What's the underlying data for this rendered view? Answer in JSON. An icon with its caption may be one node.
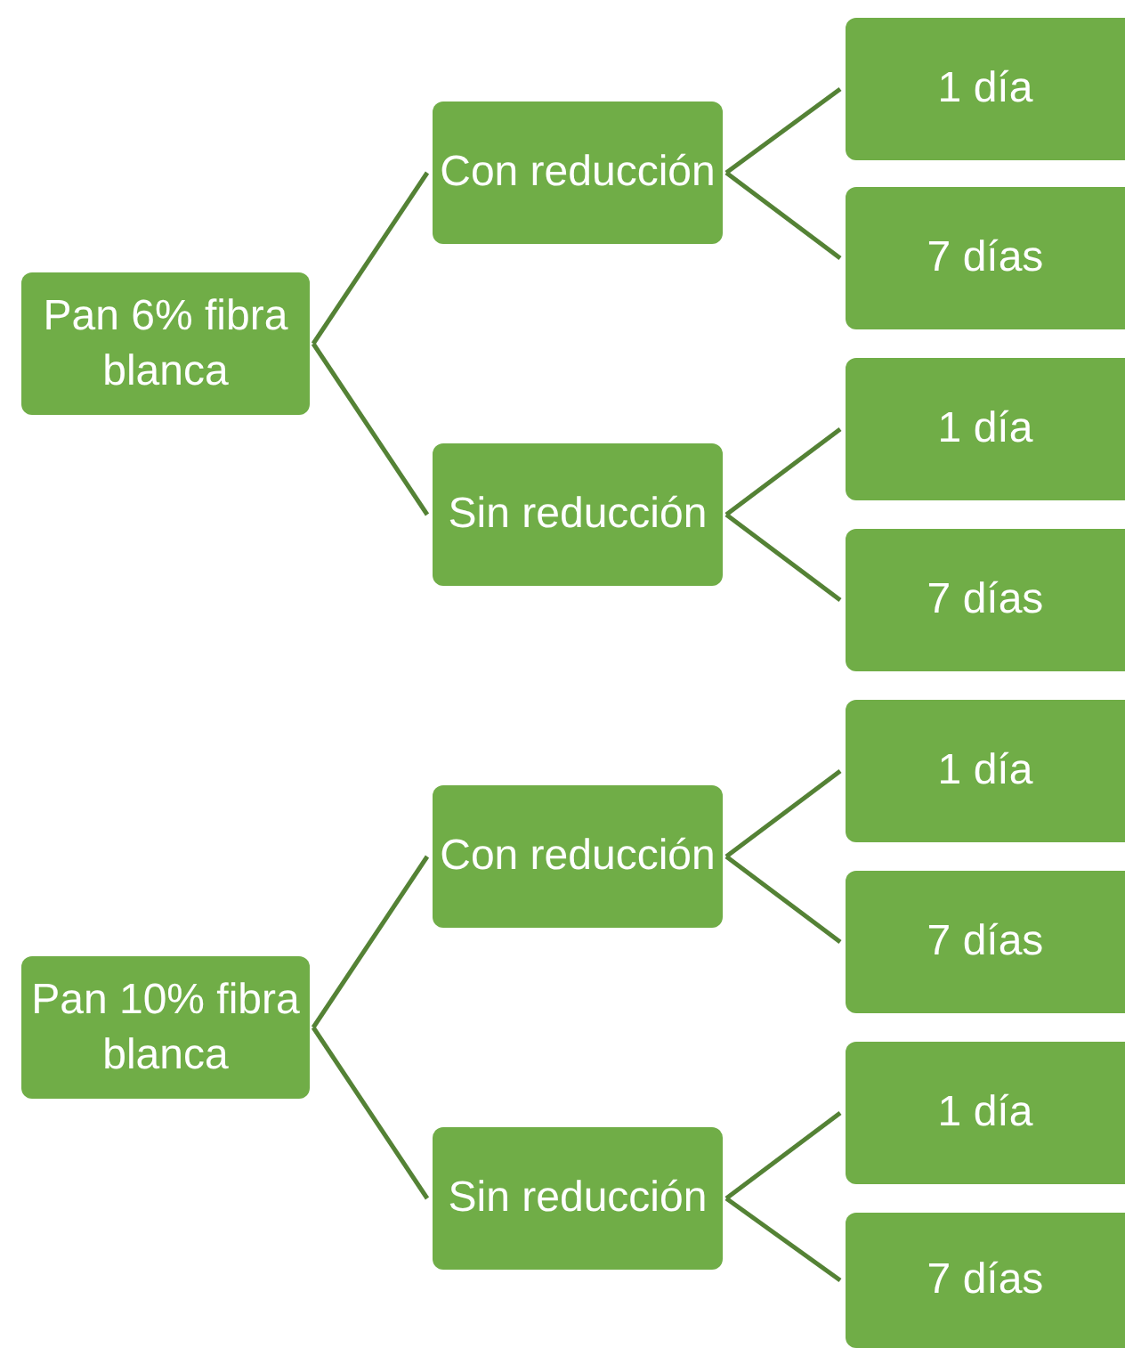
{
  "diagram": {
    "nodes": [
      {
        "text": [
          "Pan 6% fibra blanca"
        ]
      },
      {
        "text": [
          "Con reducción"
        ]
      },
      {
        "text": [
          "1 día"
        ]
      },
      {
        "text": [
          "7 días"
        ]
      },
      {
        "text": [
          "Sin reducción"
        ]
      },
      {
        "text": [
          "1 día"
        ]
      },
      {
        "text": [
          "7 días"
        ]
      },
      {
        "text": [
          "Pan 10% fibra blanca"
        ]
      },
      {
        "text": [
          "Con reducción"
        ]
      },
      {
        "text": [
          "1 día"
        ]
      },
      {
        "text": [
          "7 días"
        ]
      },
      {
        "text": [
          "Sin reducción"
        ]
      },
      {
        "text": [
          "1 día"
        ]
      },
      {
        "text": [
          "7 días"
        ]
      }
    ],
    "edges": [
      {
        "from": 0,
        "to": 1,
        "arrow": "none"
      },
      {
        "from": 1,
        "to": 2,
        "arrow": "none"
      },
      {
        "from": 1,
        "to": 3,
        "arrow": "none"
      },
      {
        "from": 0,
        "to": 4,
        "arrow": "none"
      },
      {
        "from": 4,
        "to": 5,
        "arrow": "none"
      },
      {
        "from": 4,
        "to": 6,
        "arrow": "none"
      },
      {
        "from": 7,
        "to": 8,
        "arrow": "none"
      },
      {
        "from": 8,
        "to": 9,
        "arrow": "none"
      },
      {
        "from": 8,
        "to": 10,
        "arrow": "none"
      },
      {
        "from": 7,
        "to": 11,
        "arrow": "none"
      },
      {
        "from": 11,
        "to": 12,
        "arrow": "none"
      },
      {
        "from": 11,
        "to": 13,
        "arrow": "none"
      }
    ]
  }
}
